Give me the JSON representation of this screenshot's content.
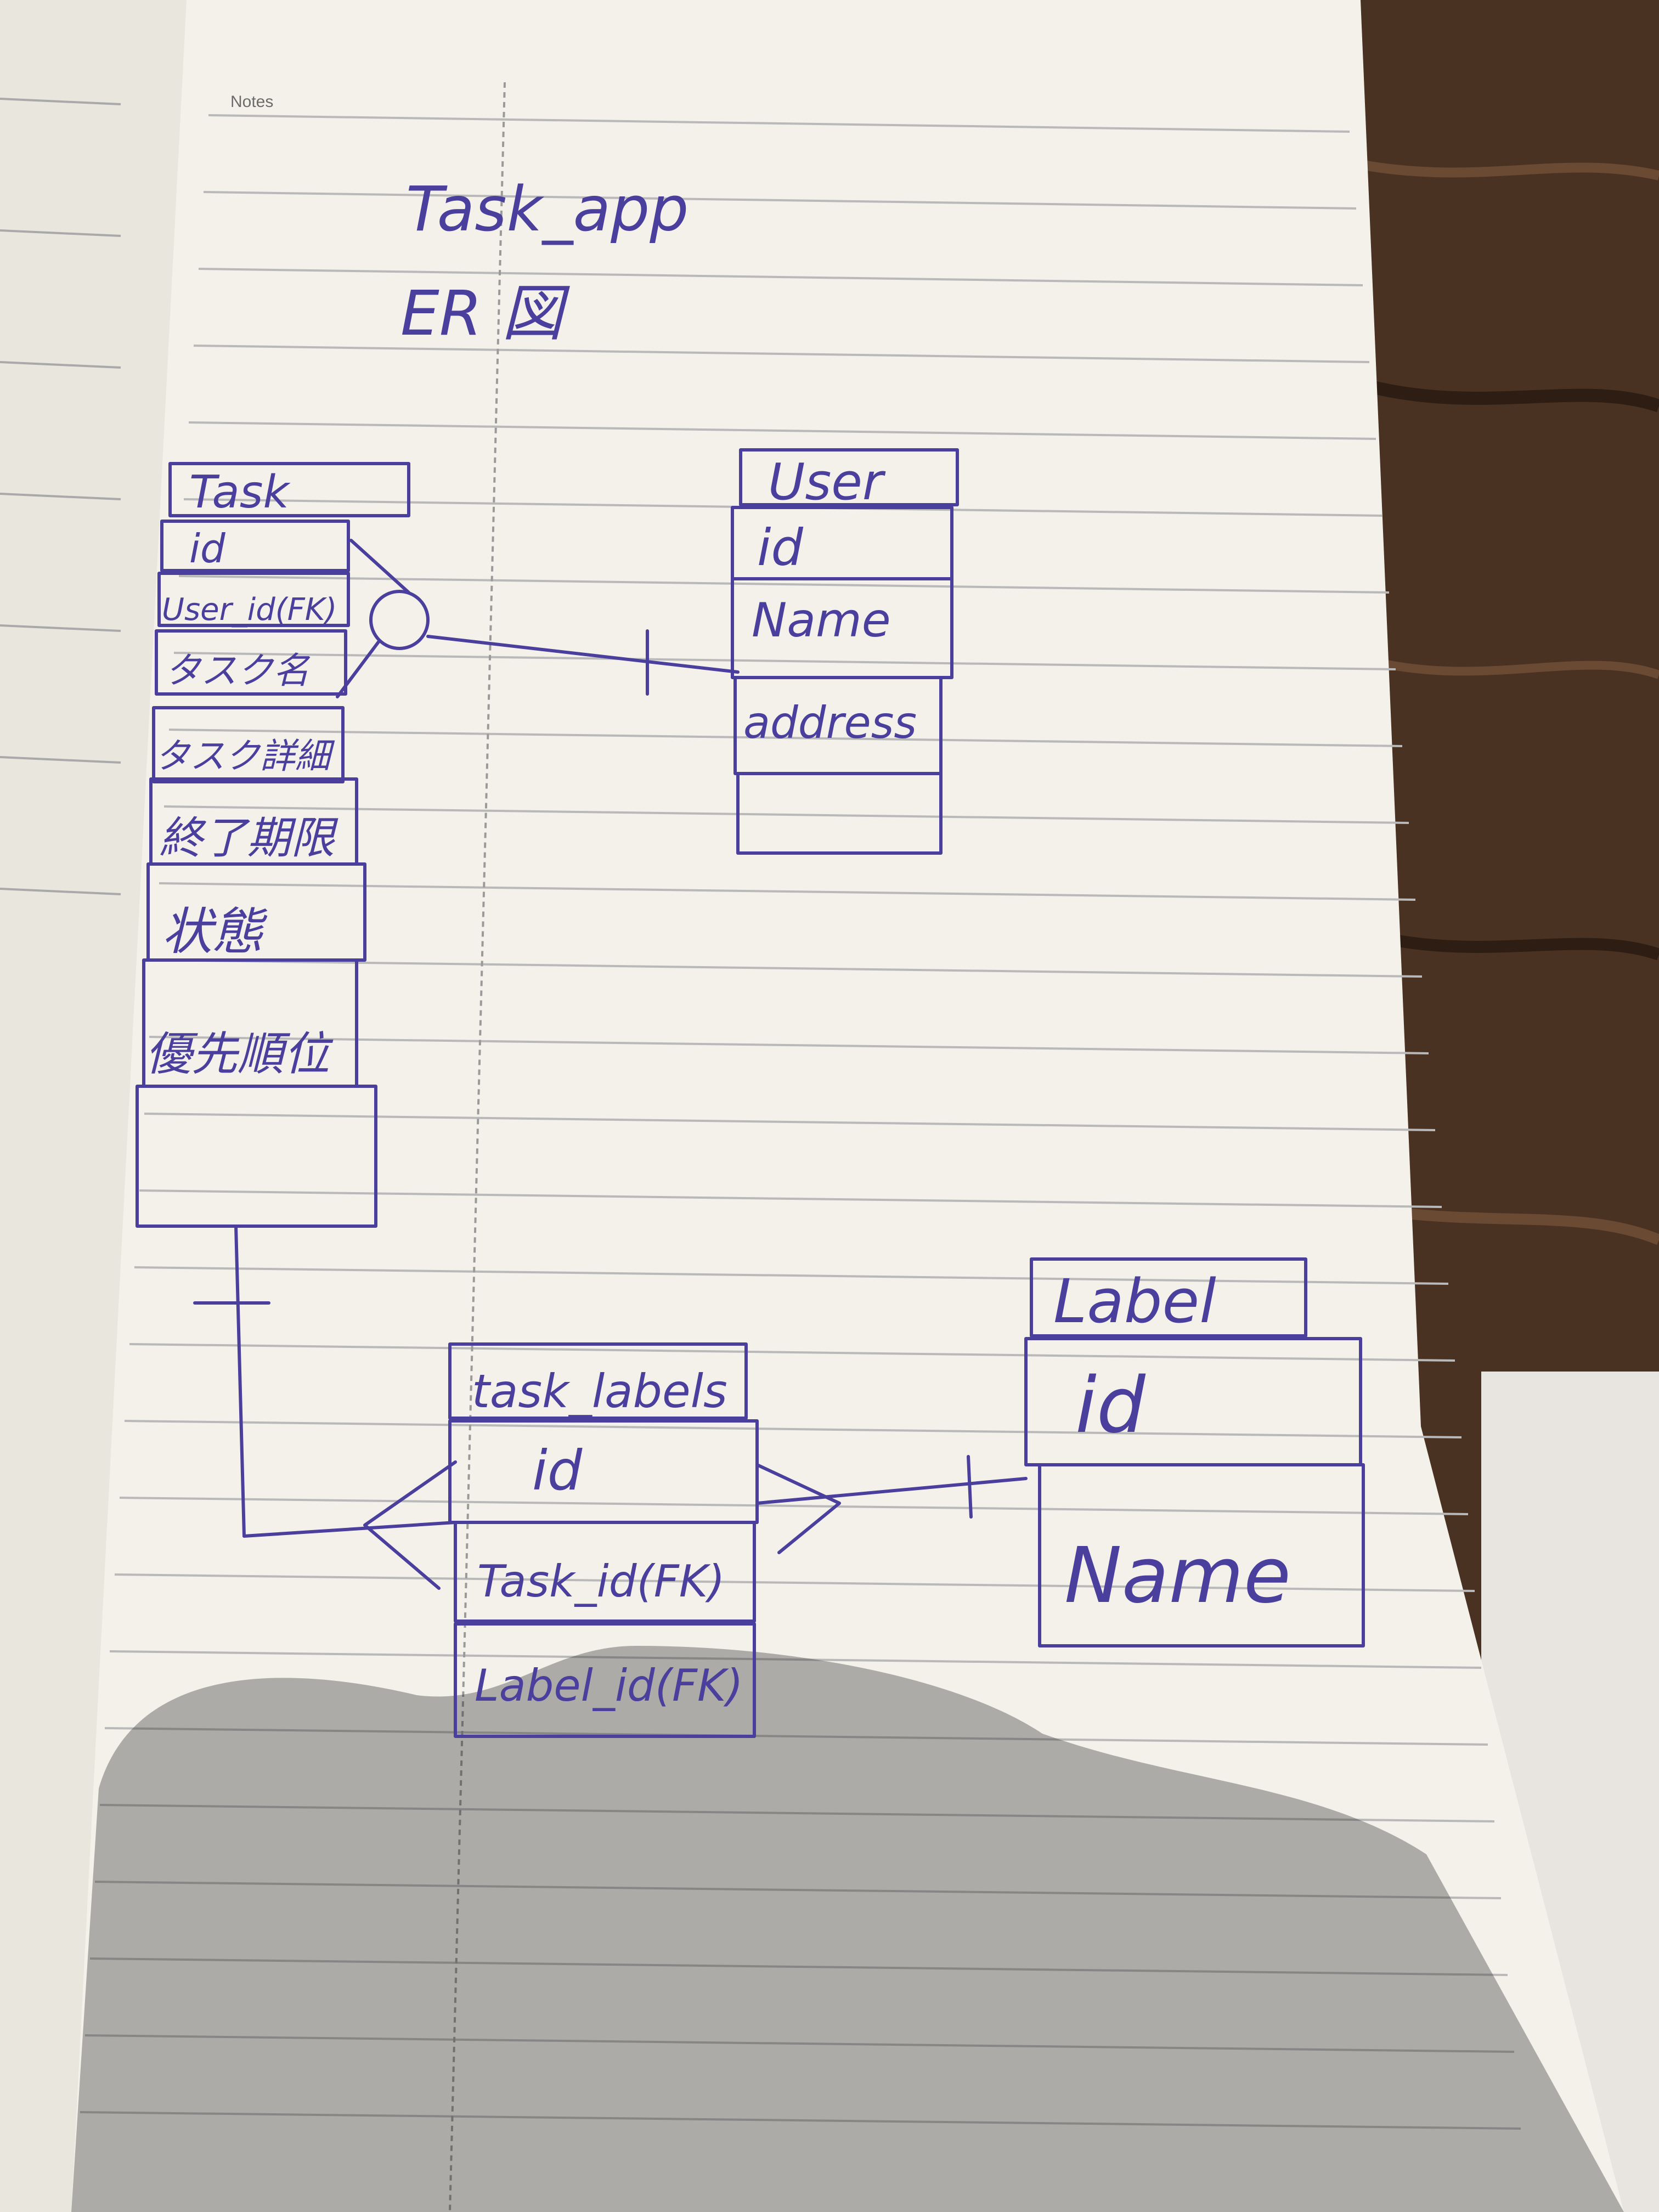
{
  "notebook": {
    "header_label": "Notes"
  },
  "diagram": {
    "title": "Task_app",
    "subtitle": "ER 図",
    "entities": {
      "task": {
        "name": "Task",
        "attributes": [
          "id",
          "User_id(FK)",
          "タスク名",
          "タスク詳細",
          "終了期限",
          "状態",
          "優先順位",
          ""
        ]
      },
      "user": {
        "name": "User",
        "attributes": [
          "id",
          "Name",
          "address",
          ""
        ]
      },
      "task_labels": {
        "name": "task_labels",
        "attributes": [
          "id",
          "Task_id(FK)",
          "Label_id(FK)"
        ]
      },
      "label": {
        "name": "Label",
        "attributes": [
          "id",
          "Name"
        ]
      }
    }
  },
  "colors": {
    "ink": "#4b3f9e",
    "paper": "#f4f1ea",
    "rule_line": "#b9b9b9",
    "wood_table": "#4a3222"
  }
}
